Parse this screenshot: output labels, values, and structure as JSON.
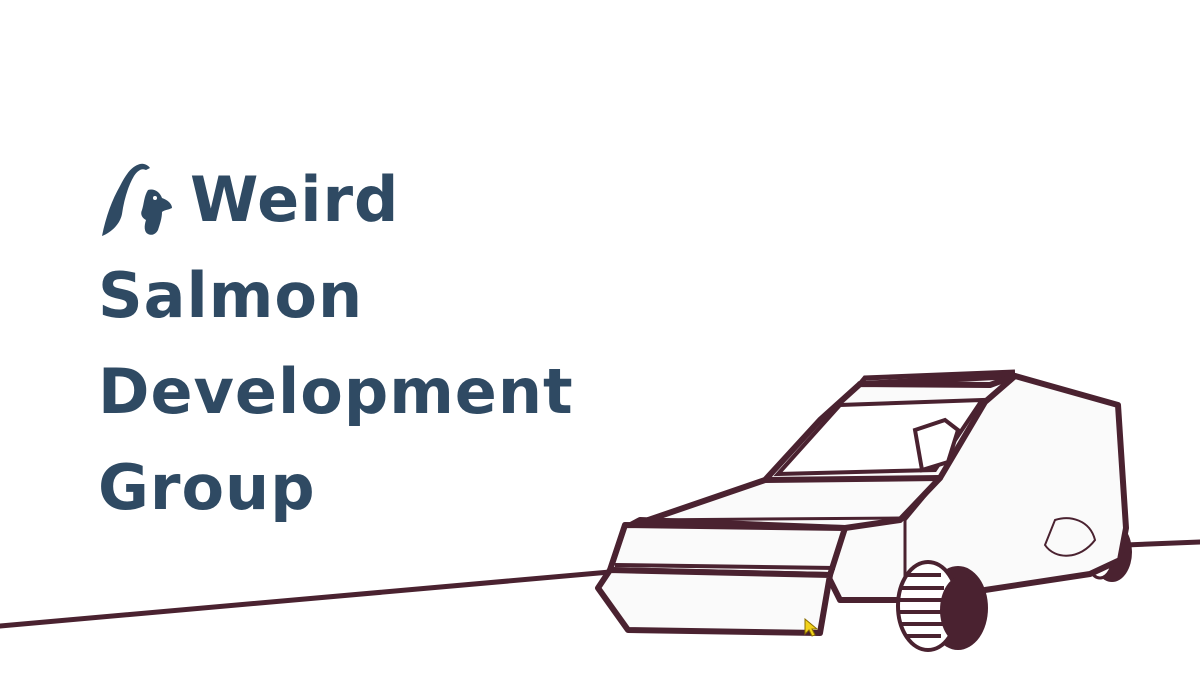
{
  "title": {
    "line1": "Weird",
    "line2": "Salmon",
    "line3": "Development",
    "line4": "Group"
  },
  "icons": {
    "logo": "salmon-icon",
    "illustration": "van-illustration",
    "cursor": "mouse-pointer-icon"
  },
  "colors": {
    "brand_text": "#2f4a63",
    "line_art": "#4a2230",
    "background": "#ffffff",
    "cursor": "#f2d21b"
  }
}
